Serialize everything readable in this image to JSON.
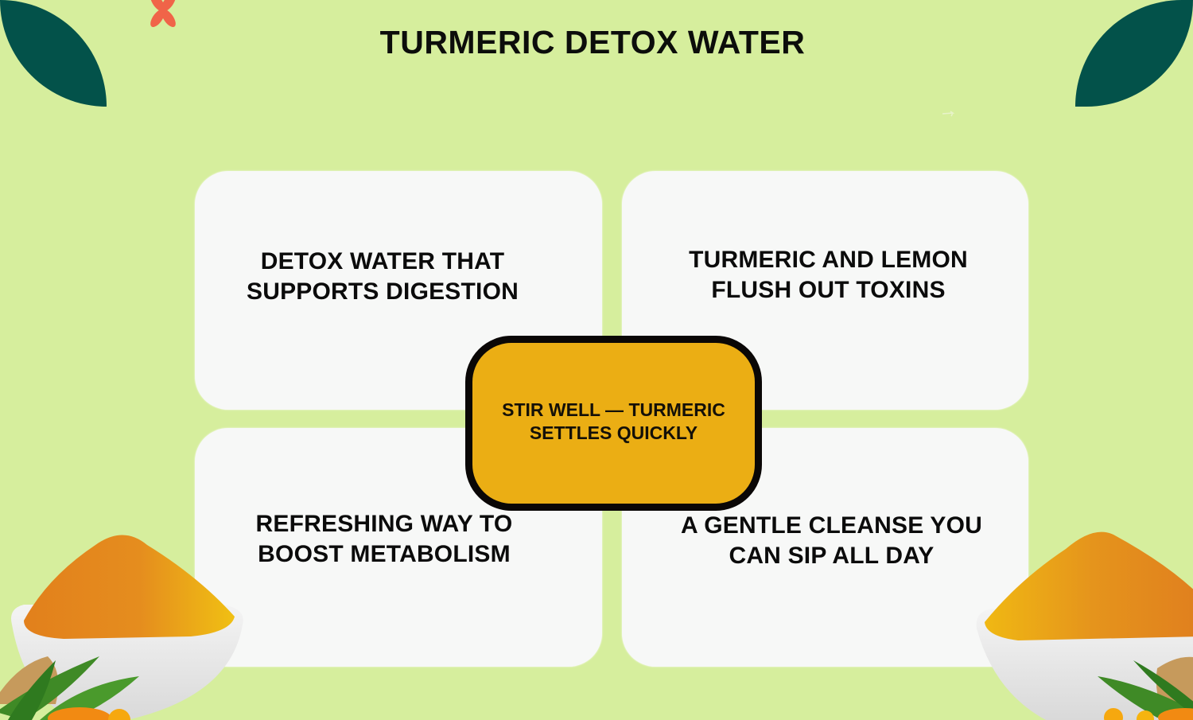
{
  "title": "TURMERIC DETOX WATER",
  "cards": [
    {
      "position": "top-left",
      "text": "DETOX WATER THAT\nSUPPORTS DIGESTION"
    },
    {
      "position": "top-right",
      "text": "TURMERIC AND LEMON\nFLUSH OUT TOXINS"
    },
    {
      "position": "bottom-left",
      "text": "REFRESHING WAY TO\nBOOST METABOLISM"
    },
    {
      "position": "bottom-right",
      "text": "A GENTLE CLEANSE YOU\nCAN SIP ALL DAY"
    }
  ],
  "center_tip": {
    "text": "STIR WELL — TURMERIC\nSETTLES QUICKLY"
  },
  "colors": {
    "background": "#d6ee9d",
    "leaf": "#03524a",
    "flower": "#f06448",
    "card": "#f7f8f7",
    "center_fill": "#ebae14",
    "center_border": "#0a0706",
    "text": "#0b0b0b"
  },
  "decorations": {
    "top_left": "leaf-shape",
    "top_right": "leaf-shape",
    "flower": "four-petal-flower-icon",
    "bottom_left_image": "turmeric-powder-bowl",
    "bottom_right_image": "turmeric-powder-bowl"
  }
}
